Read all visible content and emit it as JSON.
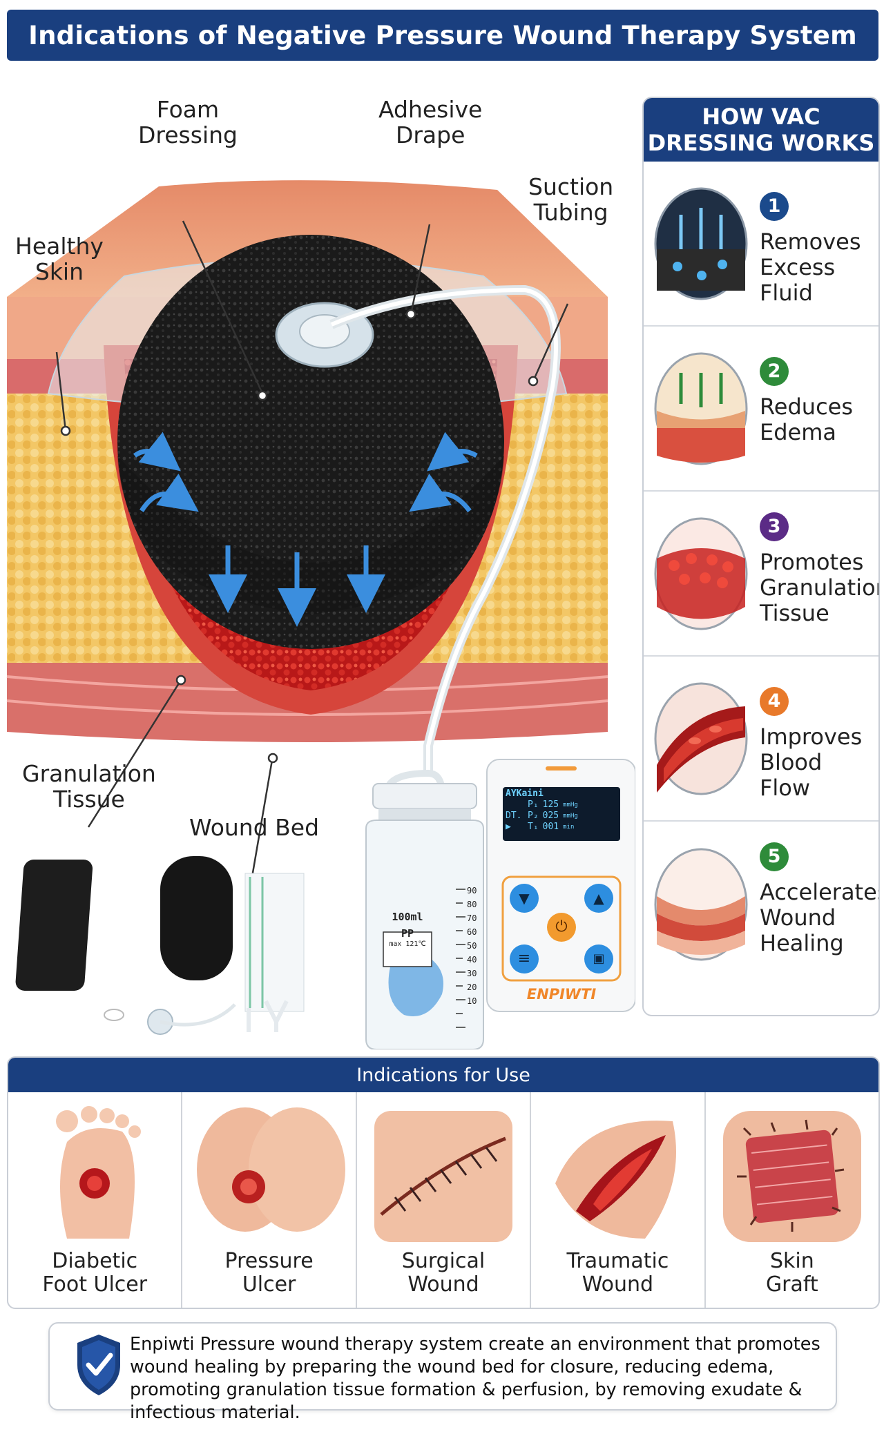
{
  "title": "Indications of Negative Pressure Wound Therapy System",
  "diagram": {
    "labels": {
      "foam_dressing": [
        "Foam",
        "Dressing"
      ],
      "adhesive_drape": [
        "Adhesive",
        "Drape"
      ],
      "suction_tubing": [
        "Suction",
        "Tubing"
      ],
      "healthy_skin": [
        "Healthy",
        "Skin"
      ],
      "granulation_tissue": [
        "Granulation",
        "Tissue"
      ],
      "wound_bed": "Wound Bed"
    },
    "device": {
      "screen_brand": "AYKaini",
      "readings": [
        {
          "label": "P₁",
          "value": "125",
          "unit": "mmHg"
        },
        {
          "label": "P₂",
          "value": "025",
          "unit": "mmHg"
        },
        {
          "label": "T₁",
          "value": "001",
          "unit": "min"
        }
      ],
      "screen_mode": "DT.",
      "brand": "ENPIWTI"
    },
    "canister": {
      "volume_label": "100ml",
      "material": "PP",
      "max_temp": "max 121℃",
      "scale": [
        "90",
        "80",
        "70",
        "60",
        "50",
        "40",
        "30",
        "20",
        "10"
      ]
    }
  },
  "how_vac": {
    "header": [
      "HOW VAC",
      "DRESSING WORKS"
    ],
    "steps": [
      {
        "num": "1",
        "lines": [
          "Removes",
          "Excess Fluid"
        ],
        "color": "#1b4a8c",
        "icon": "fluid-removal-icon"
      },
      {
        "num": "2",
        "lines": [
          "Reduces",
          "Edema"
        ],
        "color": "#2e8b3a",
        "icon": "edema-reduction-icon"
      },
      {
        "num": "3",
        "lines": [
          "Promotes",
          "Granulation",
          "Tissue"
        ],
        "color": "#5b2b86",
        "icon": "granulation-icon"
      },
      {
        "num": "4",
        "lines": [
          "Improves",
          "Blood Flow"
        ],
        "color": "#e8792a",
        "icon": "blood-flow-icon"
      },
      {
        "num": "5",
        "lines": [
          "Accelerates",
          "Wound",
          "Healing"
        ],
        "color": "#2e8b3a",
        "icon": "wound-healing-icon"
      }
    ]
  },
  "indications": {
    "header": "Indications for Use",
    "items": [
      {
        "lines": [
          "Diabetic",
          "Foot Ulcer"
        ],
        "icon": "foot-ulcer-icon"
      },
      {
        "lines": [
          "Pressure",
          "Ulcer"
        ],
        "icon": "pressure-ulcer-icon"
      },
      {
        "lines": [
          "Surgical",
          "Wound"
        ],
        "icon": "surgical-wound-icon"
      },
      {
        "lines": [
          "Traumatic",
          "Wound"
        ],
        "icon": "traumatic-wound-icon"
      },
      {
        "lines": [
          "Skin",
          "Graft"
        ],
        "icon": "skin-graft-icon"
      }
    ]
  },
  "footer": {
    "text": "Enpiwti Pressure wound therapy system create an environment that promotes wound healing by preparing the wound bed for closure, reducing edema, promoting granulation tissue formation & perfusion, by removing exudate & infectious material.",
    "icon": "shield-check-icon"
  },
  "colors": {
    "navy": "#1a3f7f",
    "skin": "#f2b08c",
    "fat": "#f0c35a",
    "wound": "#c8201f",
    "foam": "#1b1b1b",
    "arrow": "#3b8ede"
  }
}
